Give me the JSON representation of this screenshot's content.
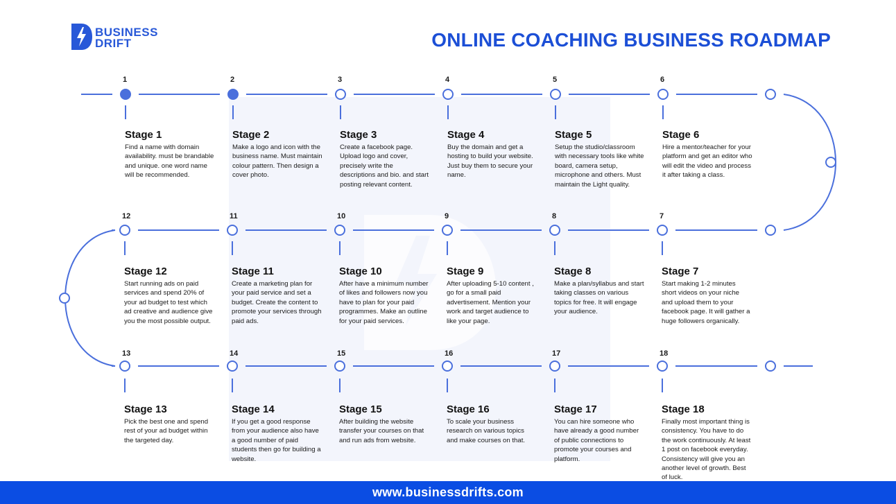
{
  "brand": {
    "line1": "BUSINESS",
    "line2": "DRIFT",
    "color": "#2858d8"
  },
  "title": "ONLINE COACHING BUSINESS ROADMAP",
  "colors": {
    "accent": "#1c4fd6",
    "line": "#4a6fdc",
    "footer": "#0b4de3",
    "watermark": "#eef1fb"
  },
  "stages": [
    {
      "num": "1",
      "title": "Stage 1",
      "text": "Find a name with domain availability. must be brandable and unique. one word name will be recommended.",
      "completed": true
    },
    {
      "num": "2",
      "title": "Stage 2",
      "text": "Make a logo and icon with the business name. Must maintain colour pattern. Then design a cover photo.",
      "completed": true
    },
    {
      "num": "3",
      "title": "Stage 3",
      "text": "Create a facebook page. Upload logo and cover, precisely write the descriptions and bio. and start posting relevant content.",
      "completed": false
    },
    {
      "num": "4",
      "title": "Stage 4",
      "text": "Buy the domain and get a hosting to build your website. Just buy them to secure your name.",
      "completed": false
    },
    {
      "num": "5",
      "title": "Stage 5",
      "text": "Setup the studio/classroom with necessary tools like white board, camera setup, microphone and others. Must maintain the Light quality.",
      "completed": false
    },
    {
      "num": "6",
      "title": "Stage 6",
      "text": "Hire a mentor/teacher for your platform and get an editor who will edit the video and process it after taking a class.",
      "completed": false
    },
    {
      "num": "7",
      "title": "Stage 7",
      "text": "Start making 1-2 minutes short videos on your niche and upload them to your facebook page. It will gather a huge followers organically.",
      "completed": false
    },
    {
      "num": "8",
      "title": "Stage 8",
      "text": "Make a plan/syllabus and start taking classes on various topics for free. It will engage your audience.",
      "completed": false
    },
    {
      "num": "9",
      "title": "Stage 9",
      "text": "After uploading 5-10 content , go for a small paid advertisement. Mention your work and target audience to like your page.",
      "completed": false
    },
    {
      "num": "10",
      "title": "Stage 10",
      "text": "After have a minimum number of likes and followers now you have to plan for your paid programmes. Make an outline for your paid services.",
      "completed": false
    },
    {
      "num": "11",
      "title": "Stage 11",
      "text": "Create a marketing plan for your paid service and set a budget. Create the content to promote your services through paid ads.",
      "completed": false
    },
    {
      "num": "12",
      "title": "Stage 12",
      "text": "Start running ads on paid services and spend 20% of your ad budget to test which ad creative and audience give you the most possible output.",
      "completed": false
    },
    {
      "num": "13",
      "title": "Stage 13",
      "text": "Pick the best one and spend rest of your ad budget within the targeted day.",
      "completed": false
    },
    {
      "num": "14",
      "title": "Stage 14",
      "text": "If you get a good response from your audience also have a good number of paid students then go for building a website.",
      "completed": false
    },
    {
      "num": "15",
      "title": "Stage 15",
      "text": "After building the website transfer your courses on that and run ads from website.",
      "completed": false
    },
    {
      "num": "16",
      "title": "Stage 16",
      "text": "To scale your business research on various topics and make courses on that.",
      "completed": false
    },
    {
      "num": "17",
      "title": "Stage 17",
      "text": "You can hire someone who have already a good number of public connections to promote your courses and platform.",
      "completed": false
    },
    {
      "num": "18",
      "title": "Stage 18",
      "text": "Finally most important thing is consistency. You have to do the work continuously. At least 1 post on facebook everyday. Consistency will give you an another level of growth. Best of luck.",
      "completed": false
    }
  ],
  "footer": {
    "url": "www.businessdrifts.com"
  }
}
